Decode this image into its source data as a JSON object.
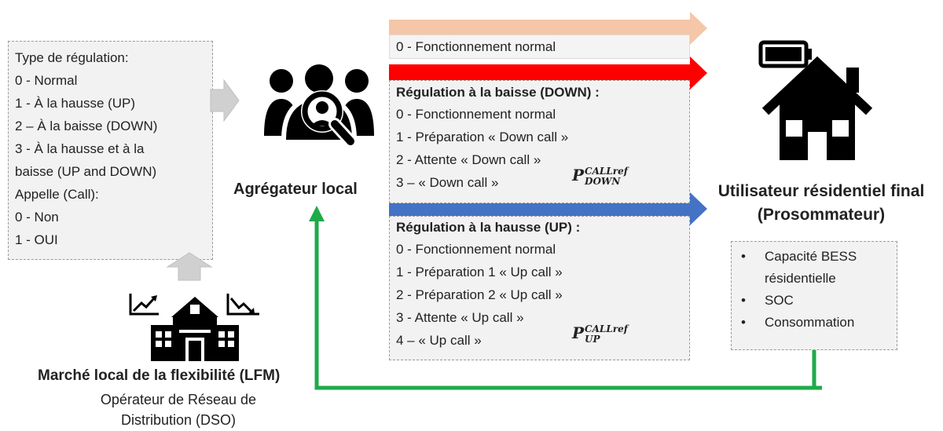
{
  "regulation_box": {
    "lines": [
      "Type de régulation:",
      "0 - Normal",
      "1 - À la hausse (UP)",
      "2 – À la baisse (DOWN)",
      "3 - À la hausse et à la",
      "baisse (UP and DOWN)",
      "Appelle (Call):",
      "0 - Non",
      "1 - OUI"
    ]
  },
  "aggregator": {
    "label": "Agrégateur local",
    "icon": "group-search-icon"
  },
  "market": {
    "title": "Marché local de la flexibilité (LFM)",
    "subtitle_line1": "Opérateur de Réseau de",
    "subtitle_line2": "Distribution (DSO)",
    "icon": "market-building-icon"
  },
  "normal_box": {
    "text": "0 - Fonctionnement normal"
  },
  "down_box": {
    "title": "Régulation à la baisse (DOWN) :",
    "lines": [
      "0 - Fonctionnement normal",
      "1 - Préparation « Down call »",
      "2 - Attente « Down call »",
      "3 – « Down call »"
    ],
    "p_base": "P",
    "p_sup": "CALLref",
    "p_sub": "DOWN"
  },
  "up_box": {
    "title": "Régulation à la hausse (UP) :",
    "lines": [
      "0 - Fonctionnement normal",
      "1 - Préparation 1 « Up call »",
      "2 - Préparation 2 « Up call »",
      "3 - Attente « Up call »",
      "4 – « Up call »"
    ],
    "p_base": "P",
    "p_sup": "CALLref",
    "p_sub": "UP"
  },
  "user": {
    "title_line1": "Utilisateur résidentiel final",
    "title_line2": "(Prosommateur)",
    "icon": "house-battery-icon"
  },
  "user_box": {
    "items": [
      "Capacité BESS",
      "résidentielle",
      "SOC",
      "Consommation"
    ]
  },
  "colors": {
    "arrow_normal": "#f5c6a8",
    "arrow_down": "#ff0000",
    "arrow_up": "#4472c4",
    "arrow_feedback": "#1faa4a",
    "arrow_gray": "#d0d0d0"
  }
}
